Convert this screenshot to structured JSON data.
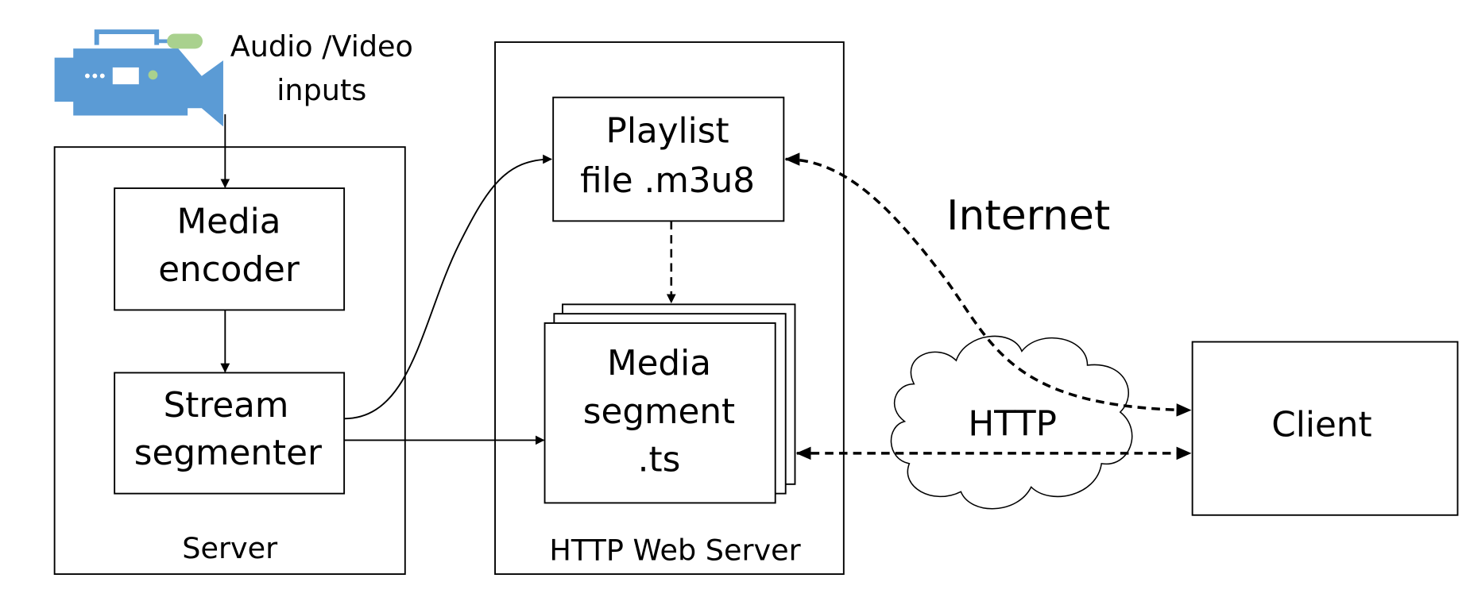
{
  "inputs": {
    "line1": "Audio /Video",
    "line2": "inputs"
  },
  "server": {
    "label": "Server",
    "encoder": {
      "line1": "Media",
      "line2": "encoder"
    },
    "segmenter": {
      "line1": "Stream",
      "line2": "segmenter"
    }
  },
  "web_server": {
    "label": "HTTP Web Server",
    "playlist": {
      "line1": "Playlist",
      "line2": "file .m3u8"
    },
    "segment": {
      "line1": "Media",
      "line2": "segment",
      "line3": ".ts"
    }
  },
  "network": {
    "internet": "Internet",
    "protocol": "HTTP"
  },
  "client": {
    "label": "Client"
  },
  "colors": {
    "camera": "#5b9bd5",
    "mic": "#a9d18e"
  }
}
